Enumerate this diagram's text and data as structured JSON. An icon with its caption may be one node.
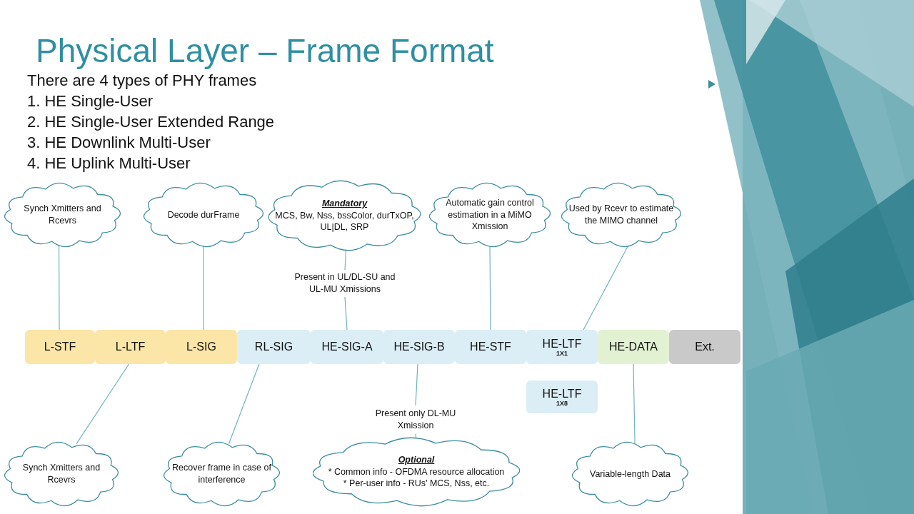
{
  "diagram": {
    "title": "Physical Layer – Frame Format",
    "nodes": [
      {
        "text": [
          "Synch Xmitters and Rcevrs"
        ]
      },
      {
        "text": [
          "Decode durFrame"
        ]
      },
      {
        "text": [
          "Mandatory",
          "MCS, Bw, Nss, bssColor, durTxOP, UL|DL, SRP"
        ]
      },
      {
        "text": [
          "Automatic gain control estimation in a MiMO Xmission"
        ]
      },
      {
        "text": [
          "Used by Rcevr to estimate the MIMO channel"
        ]
      },
      {
        "text": [
          "Present in UL/DL-SU and UL-MU Xmissions"
        ]
      },
      {
        "text": [
          "L-STF"
        ]
      },
      {
        "text": [
          "L-LTF"
        ]
      },
      {
        "text": [
          "L-SIG"
        ]
      },
      {
        "text": [
          "RL-SIG"
        ]
      },
      {
        "text": [
          "HE-SIG-A"
        ]
      },
      {
        "text": [
          "HE-SIG-B"
        ]
      },
      {
        "text": [
          "HE-STF"
        ]
      },
      {
        "text": [
          "HE-LTF",
          "1X1"
        ]
      },
      {
        "text": [
          "HE-DATA"
        ]
      },
      {
        "text": [
          "Ext."
        ]
      },
      {
        "text": [
          "HE-LTF",
          "1X8"
        ]
      },
      {
        "text": [
          "Present only DL-MU Xmission"
        ]
      },
      {
        "text": [
          "Synch Xmitters and Rcevrs"
        ]
      },
      {
        "text": [
          "Recover frame in case of interference"
        ]
      },
      {
        "text": [
          "Optional",
          "* Common info - OFDMA resource allocation",
          "* Per-user info - RUs’ MCS, Nss, etc."
        ]
      },
      {
        "text": [
          "Variable-length Data"
        ]
      }
    ],
    "edges": [
      {
        "from": 0,
        "to": 6,
        "arrow": "none"
      },
      {
        "from": 1,
        "to": 8,
        "arrow": "none"
      },
      {
        "from": 2,
        "to": 5,
        "arrow": "none"
      },
      {
        "from": 5,
        "to": 10,
        "arrow": "none"
      },
      {
        "from": 3,
        "to": 12,
        "arrow": "none"
      },
      {
        "from": 4,
        "to": 13,
        "arrow": "none"
      },
      {
        "from": 7,
        "to": 18,
        "arrow": "none"
      },
      {
        "from": 9,
        "to": 19,
        "arrow": "none"
      },
      {
        "from": 11,
        "to": 17,
        "arrow": "none"
      },
      {
        "from": 17,
        "to": 20,
        "arrow": "none"
      },
      {
        "from": 14,
        "to": 21,
        "arrow": "none"
      }
    ],
    "labels": [
      "There are 4 types of PHY frames",
      "1. HE Single-User",
      "2. HE Single-User Extended Range",
      "3. HE Downlink Multi-User",
      "4. HE Uplink Multi-User"
    ]
  }
}
